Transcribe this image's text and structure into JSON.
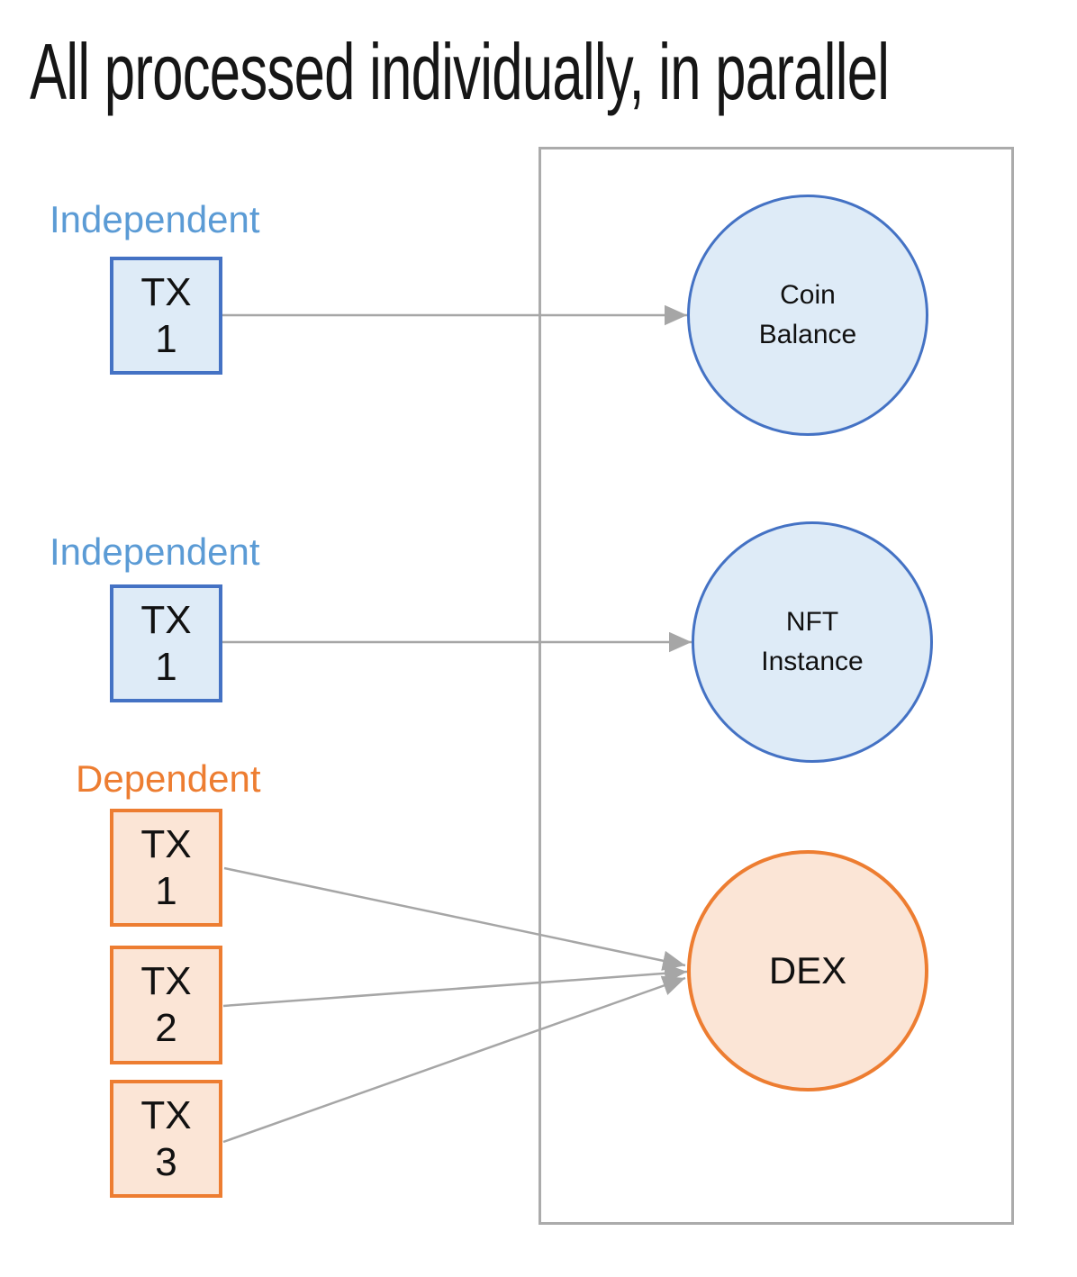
{
  "title": "All processed individually, in parallel",
  "groups": [
    {
      "label": "Independent",
      "boxes": [
        {
          "label": "TX\n1"
        }
      ]
    },
    {
      "label": "Independent",
      "boxes": [
        {
          "label": "TX\n1"
        }
      ]
    },
    {
      "label": "Dependent",
      "boxes": [
        {
          "label": "TX\n1"
        },
        {
          "label": "TX\n2"
        },
        {
          "label": "TX\n3"
        }
      ]
    }
  ],
  "container": {
    "circles": [
      {
        "label": "Coin\nBalance",
        "category": "independent"
      },
      {
        "label": "NFT\nInstance",
        "category": "independent"
      },
      {
        "label": "DEX",
        "category": "dependent"
      }
    ]
  },
  "colors": {
    "blue_border": "#4472c4",
    "blue_fill": "#deebf7",
    "blue_label": "#5b9bd5",
    "orange_border": "#ed7d31",
    "orange_fill": "#fbe5d6",
    "connector_gray": "#a6a6a6",
    "container_border": "#ababab",
    "title_text": "#161616"
  }
}
